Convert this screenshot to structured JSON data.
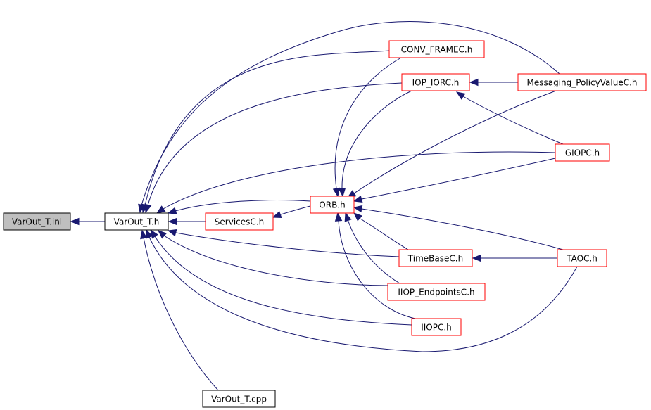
{
  "colors": {
    "edge": "#191970",
    "node_border": "#ff0000",
    "root_border": "#000000",
    "root_fill": "#bfbfbf",
    "sub_border": "#000000",
    "node_fill": "#ffffff"
  },
  "nodes": {
    "varout_t_inl": {
      "label": "VarOut_T.inl",
      "kind": "root"
    },
    "varout_t_h": {
      "label": "VarOut_T.h",
      "kind": "black"
    },
    "servicesc_h": {
      "label": "ServicesC.h",
      "kind": "red"
    },
    "orb_h": {
      "label": "ORB.h",
      "kind": "red"
    },
    "conv_framec_h": {
      "label": "CONV_FRAMEC.h",
      "kind": "red"
    },
    "iop_iorc_h": {
      "label": "IOP_IORC.h",
      "kind": "red"
    },
    "messaging_policyvaluec_h": {
      "label": "Messaging_PolicyValueC.h",
      "kind": "red"
    },
    "giopc_h": {
      "label": "GIOPC.h",
      "kind": "red"
    },
    "timebasec_h": {
      "label": "TimeBaseC.h",
      "kind": "red"
    },
    "iiop_endpointsc_h": {
      "label": "IIOP_EndpointsC.h",
      "kind": "red"
    },
    "iiopc_h": {
      "label": "IIOPC.h",
      "kind": "red"
    },
    "taoc_h": {
      "label": "TAOC.h",
      "kind": "red"
    },
    "varout_t_cpp": {
      "label": "VarOut_T.cpp",
      "kind": "black"
    }
  },
  "edges": [
    {
      "from": "varout_t_h",
      "to": "varout_t_inl"
    },
    {
      "from": "servicesc_h",
      "to": "varout_t_h"
    },
    {
      "from": "orb_h",
      "to": "varout_t_h"
    },
    {
      "from": "orb_h",
      "to": "servicesc_h"
    },
    {
      "from": "conv_framec_h",
      "to": "varout_t_h"
    },
    {
      "from": "conv_framec_h",
      "to": "orb_h"
    },
    {
      "from": "iop_iorc_h",
      "to": "varout_t_h"
    },
    {
      "from": "iop_iorc_h",
      "to": "orb_h"
    },
    {
      "from": "messaging_policyvaluec_h",
      "to": "varout_t_h"
    },
    {
      "from": "messaging_policyvaluec_h",
      "to": "iop_iorc_h"
    },
    {
      "from": "messaging_policyvaluec_h",
      "to": "orb_h"
    },
    {
      "from": "giopc_h",
      "to": "varout_t_h"
    },
    {
      "from": "giopc_h",
      "to": "iop_iorc_h"
    },
    {
      "from": "giopc_h",
      "to": "orb_h"
    },
    {
      "from": "timebasec_h",
      "to": "varout_t_h"
    },
    {
      "from": "timebasec_h",
      "to": "orb_h"
    },
    {
      "from": "iiop_endpointsc_h",
      "to": "varout_t_h"
    },
    {
      "from": "iiop_endpointsc_h",
      "to": "orb_h"
    },
    {
      "from": "iiopc_h",
      "to": "varout_t_h"
    },
    {
      "from": "iiopc_h",
      "to": "orb_h"
    },
    {
      "from": "taoc_h",
      "to": "varout_t_h"
    },
    {
      "from": "taoc_h",
      "to": "timebasec_h"
    },
    {
      "from": "taoc_h",
      "to": "orb_h"
    },
    {
      "from": "varout_t_cpp",
      "to": "varout_t_h"
    }
  ]
}
